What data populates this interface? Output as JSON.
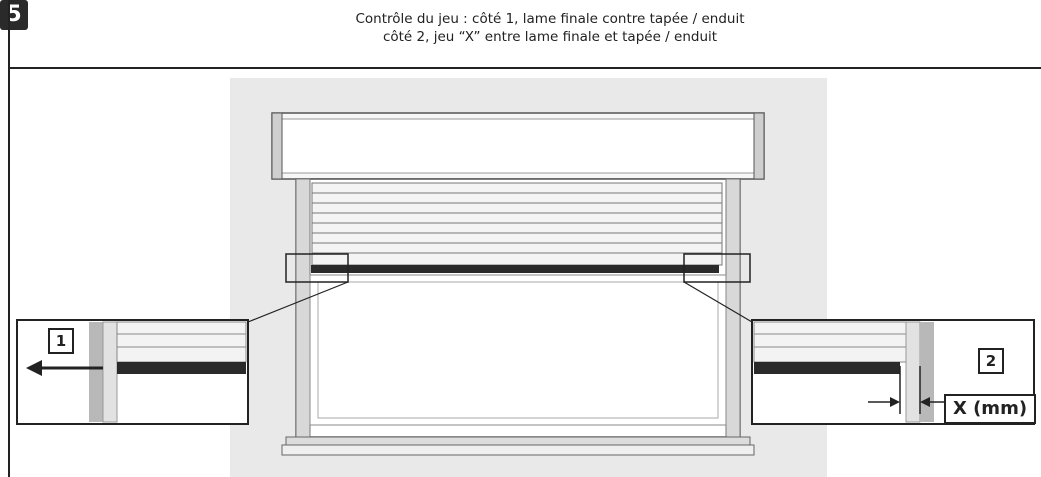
{
  "step": {
    "number": "5"
  },
  "title": {
    "line1": "Contrôle du jeu : côté 1, lame finale contre tapée / enduit",
    "line2": "côté 2, jeu “X” entre lame finale et tapée / enduit"
  },
  "callouts": {
    "side1": "1",
    "side2": "2",
    "gap_label": "X (mm)"
  }
}
